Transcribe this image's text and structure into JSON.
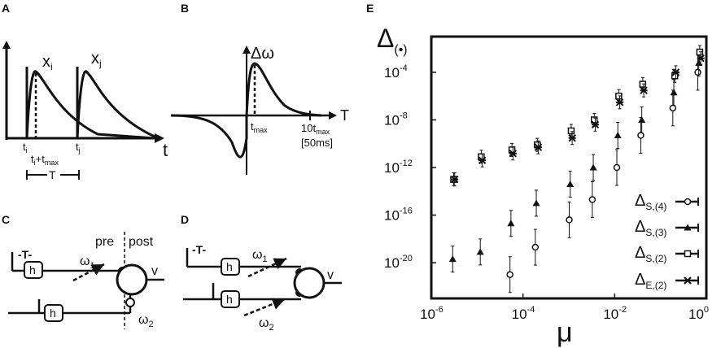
{
  "panels": {
    "A": {
      "letter": "A",
      "label_xi": "x",
      "label_xi_sub": "i",
      "label_xj": "x",
      "label_xj_sub": "j",
      "axis_t": "t",
      "tick_ti": "t",
      "tick_ti_sub": "i",
      "tick_ti_tmax_a": "t",
      "tick_ti_tmax_a_sub": "i",
      "tick_ti_tmax_plus": "+t",
      "tick_ti_tmax_sub": "max",
      "tick_tj": "t",
      "tick_tj_sub": "j",
      "period": "T"
    },
    "B": {
      "letter": "B",
      "delta_omega": "Δω",
      "axis_T": "T",
      "tmax": "t",
      "tmax_sub": "max",
      "ten_tmax": "10t",
      "ten_tmax_sub": "max",
      "ms_label": "[50ms]"
    },
    "C": {
      "letter": "C",
      "pre": "pre",
      "post": "post",
      "period": "T",
      "h1": "h",
      "h2": "h",
      "omega1": "ω",
      "omega1_sub": "1",
      "omega2": "ω",
      "omega2_sub": "2",
      "v": "v"
    },
    "D": {
      "letter": "D",
      "period": "T",
      "h1": "h",
      "h2": "h",
      "omega1": "ω",
      "omega1_sub": "1",
      "omega2": "ω",
      "omega2_sub": "2",
      "v": "v"
    },
    "E": {
      "letter": "E",
      "ylabel": "Δ",
      "ylabel_sub": "(•)",
      "xlabel": "μ"
    }
  },
  "chart_data": {
    "type": "scatter",
    "title": "",
    "xlabel": "μ",
    "ylabel": "Δ(•)",
    "xscale": "log",
    "yscale": "log",
    "xlim": [
      1e-06,
      1
    ],
    "ylim": [
      1e-23,
      0.1
    ],
    "x_ticks": [
      {
        "label": "10",
        "exp": "-6",
        "value": 1e-06
      },
      {
        "label": "10",
        "exp": "-4",
        "value": 0.0001
      },
      {
        "label": "10",
        "exp": "-2",
        "value": 0.01
      },
      {
        "label": "10",
        "exp": "0",
        "value": 1
      }
    ],
    "y_ticks": [
      {
        "label": "10",
        "exp": "-4",
        "value": 0.0001
      },
      {
        "label": "10",
        "exp": "-8",
        "value": 1e-08
      },
      {
        "label": "10",
        "exp": "-12",
        "value": 1e-12
      },
      {
        "label": "10",
        "exp": "-16",
        "value": 1e-16
      },
      {
        "label": "10",
        "exp": "-20",
        "value": 1e-20
      }
    ],
    "legend_position": "right",
    "series": [
      {
        "name": "ΔS,(4)",
        "main": "Δ",
        "sub": "S,(4)",
        "marker": "circle-open",
        "points": [
          {
            "x": 5.6e-05,
            "y": 1e-21
          },
          {
            "x": 0.0002,
            "y": 2e-19
          },
          {
            "x": 0.0011,
            "y": 4e-17
          },
          {
            "x": 0.0035,
            "y": 2e-15
          },
          {
            "x": 0.012,
            "y": 1e-12
          },
          {
            "x": 0.04,
            "y": 5e-10
          },
          {
            "x": 0.2,
            "y": 1e-07
          },
          {
            "x": 0.7,
            "y": 0.0001
          }
        ]
      },
      {
        "name": "ΔS,(3)",
        "main": "Δ",
        "sub": "S,(3)",
        "marker": "triangle",
        "points": [
          {
            "x": 3e-06,
            "y": 2e-20
          },
          {
            "x": 1.2e-05,
            "y": 8e-20
          },
          {
            "x": 5.6e-05,
            "y": 2e-17
          },
          {
            "x": 0.0002,
            "y": 1e-15
          },
          {
            "x": 0.0011,
            "y": 4e-14
          },
          {
            "x": 0.0035,
            "y": 1e-12
          },
          {
            "x": 0.012,
            "y": 5e-10
          },
          {
            "x": 0.04,
            "y": 1e-08
          },
          {
            "x": 0.2,
            "y": 2e-06
          },
          {
            "x": 0.7,
            "y": 0.0006
          }
        ]
      },
      {
        "name": "ΔS,(2)",
        "main": "Δ",
        "sub": "S,(2)",
        "marker": "square-open",
        "points": [
          {
            "x": 3e-06,
            "y": 1e-13
          },
          {
            "x": 1.2e-05,
            "y": 8e-12
          },
          {
            "x": 5.6e-05,
            "y": 3e-11
          },
          {
            "x": 0.0002,
            "y": 8e-11
          },
          {
            "x": 0.0011,
            "y": 1.2e-09
          },
          {
            "x": 0.0035,
            "y": 1e-08
          },
          {
            "x": 0.012,
            "y": 1e-06
          },
          {
            "x": 0.04,
            "y": 1e-05
          },
          {
            "x": 0.2,
            "y": 5e-05
          },
          {
            "x": 0.7,
            "y": 0.005
          }
        ]
      },
      {
        "name": "ΔE,(2)",
        "main": "Δ",
        "sub": "E,(2)",
        "marker": "asterisk",
        "points": [
          {
            "x": 3e-06,
            "y": 1e-13
          },
          {
            "x": 1.2e-05,
            "y": 4e-12
          },
          {
            "x": 5.6e-05,
            "y": 1.5e-11
          },
          {
            "x": 0.0002,
            "y": 5e-11
          },
          {
            "x": 0.0011,
            "y": 3e-10
          },
          {
            "x": 0.0035,
            "y": 4e-09
          },
          {
            "x": 0.012,
            "y": 3e-07
          },
          {
            "x": 0.04,
            "y": 3e-06
          },
          {
            "x": 0.2,
            "y": 0.0001
          },
          {
            "x": 0.7,
            "y": 0.0015
          }
        ]
      }
    ]
  }
}
